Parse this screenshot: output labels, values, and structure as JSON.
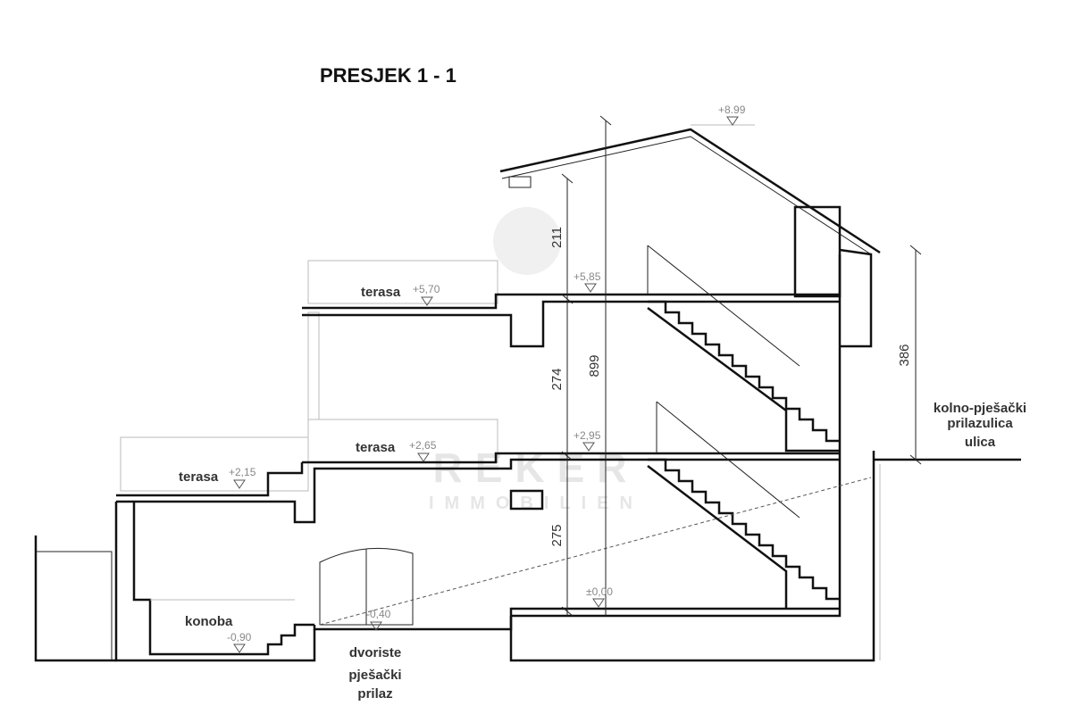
{
  "title": "PRESJEK 1 - 1",
  "watermark": {
    "line1": "REKER",
    "line2": "IMMOBILIEN"
  },
  "rooms": {
    "terasa_upper": "terasa",
    "terasa_middle": "terasa",
    "terasa_lower": "terasa",
    "konoba": "konoba",
    "dvoriste": "dvoriste",
    "pjesacki": "pješački",
    "prilaz": "prilaz",
    "kolno": "kolno-pješački",
    "prilazulica": "prilazulica",
    "ulica": "ulica"
  },
  "levels": {
    "ridge": "+8.99",
    "upper_floor": "+5,85",
    "upper_terrace": "+5,70",
    "middle_floor": "+2,95",
    "middle_terrace": "+2,65",
    "lower_terrace": "+2,15",
    "ground": "±0,00",
    "yard": "-0,40",
    "konoba": "-0,90"
  },
  "dimensions": {
    "d211": "211",
    "d274": "274",
    "d275": "275",
    "d899": "899",
    "d386": "386"
  }
}
